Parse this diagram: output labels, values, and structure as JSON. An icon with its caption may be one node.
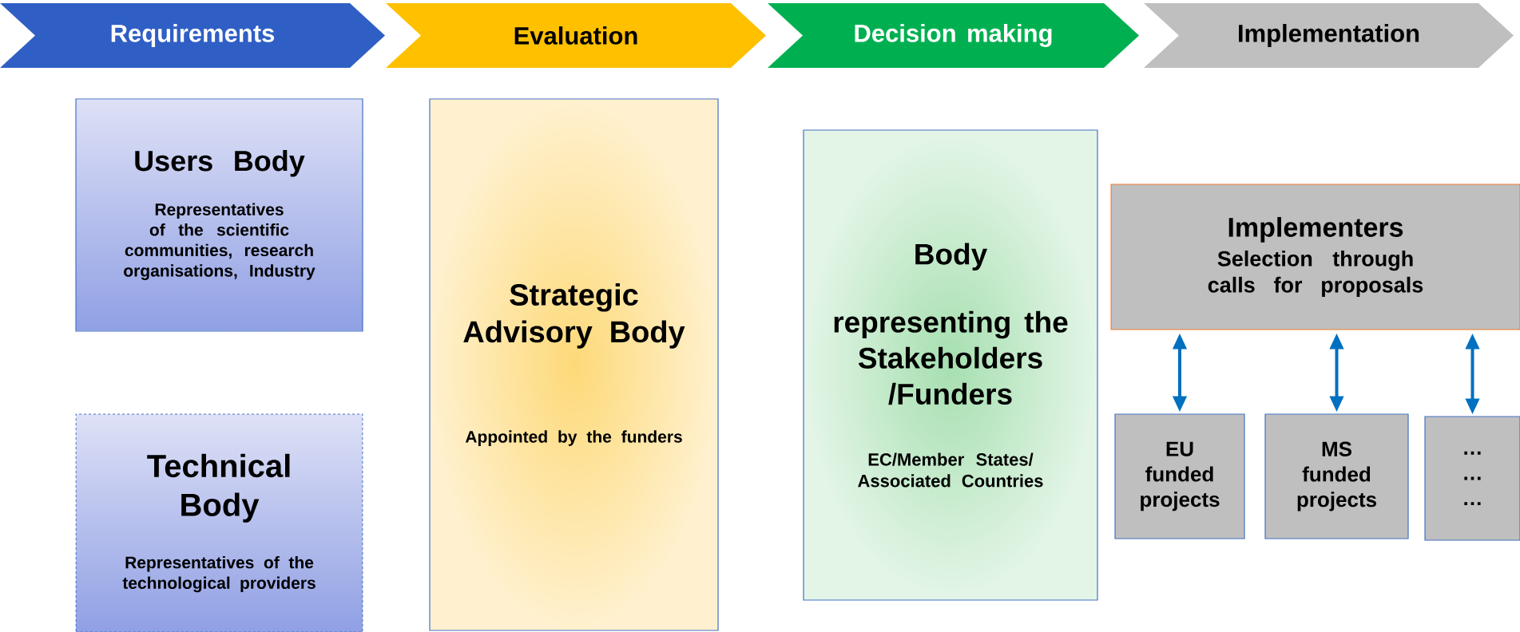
{
  "diagram": {
    "nodes": [
      {
        "text": [
          "Requirements"
        ]
      },
      {
        "text": [
          "Evaluation"
        ]
      },
      {
        "text": [
          "Decision making"
        ]
      },
      {
        "text": [
          "Implementation"
        ]
      },
      {
        "text": [
          "Users Body",
          "Representatives of the scientific communities, research organisations, Industry"
        ]
      },
      {
        "text": [
          "Technical Body",
          "Representatives of the technological providers"
        ]
      },
      {
        "text": [
          "Strategic Advisory Body",
          "Appointed by the funders"
        ]
      },
      {
        "text": [
          "Body representing the Stakeholders /Funders",
          "EC/Member States/ Associated Countries"
        ]
      },
      {
        "text": [
          "Implementers",
          "Selection through calls for proposals"
        ]
      },
      {
        "text": [
          "EU funded projects"
        ]
      },
      {
        "text": [
          "MS funded projects"
        ]
      },
      {
        "text": [
          "… … …"
        ]
      }
    ],
    "edges": [
      {
        "from": 8,
        "to": 9,
        "arrow": "both"
      },
      {
        "from": 8,
        "to": 10,
        "arrow": "both"
      },
      {
        "from": 8,
        "to": 11,
        "arrow": "both"
      }
    ]
  }
}
